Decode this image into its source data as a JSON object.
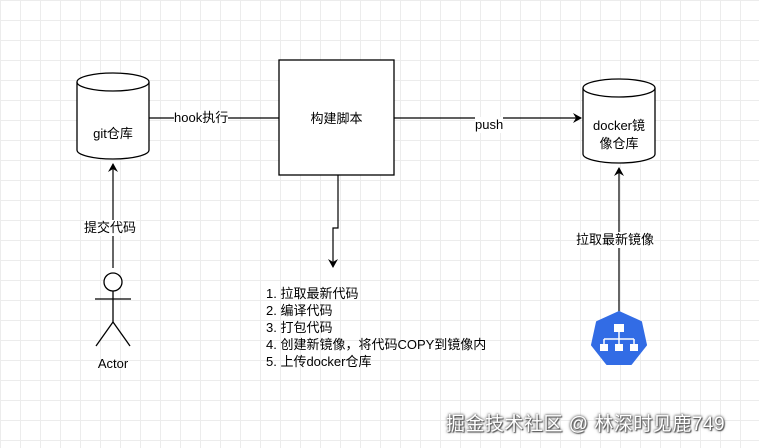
{
  "nodes": {
    "git_repo": {
      "label": "git仓库"
    },
    "build_script": {
      "label": "构建脚本"
    },
    "docker_repo": {
      "label_line1": "docker镜",
      "label_line2": "像仓库"
    },
    "actor": {
      "label": "Actor"
    }
  },
  "edges": {
    "hook": "hook执行",
    "push": "push",
    "commit": "提交代码",
    "pull": "拉取最新镜像"
  },
  "steps": [
    "1. 拉取最新代码",
    "2. 编译代码",
    "3. 打包代码",
    "4. 创建新镜像，将代码COPY到镜像内",
    "5. 上传docker仓库"
  ],
  "icons": {
    "cluster": {
      "name": "kubernetes-icon",
      "color": "#326ce5"
    }
  },
  "watermark": "掘金技术社区 @ 林深时见鹿749"
}
